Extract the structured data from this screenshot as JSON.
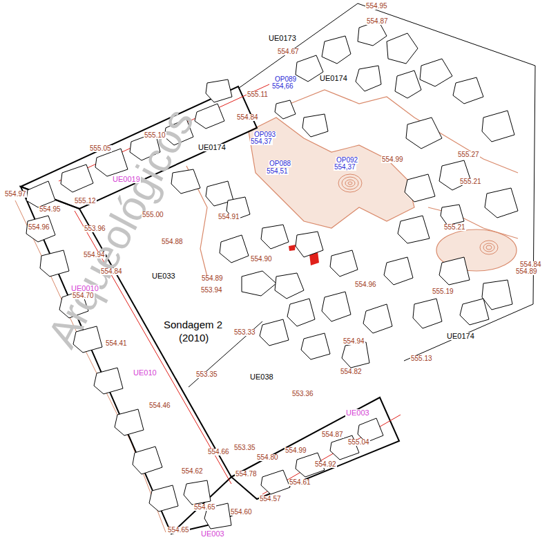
{
  "diagram": {
    "labels": [
      "Arqueológicos",
      "UE0173",
      "UE0174",
      "UE0174",
      "UE033",
      "Sondagem 2",
      "(2010)",
      "UE038",
      "UE0174",
      "OP089",
      "554,66",
      "OP093",
      "554,37",
      "OP088",
      "554,51",
      "OP092",
      "554,37",
      "UE0019",
      "UE0010",
      "UE010",
      "UE003",
      "UE003",
      "554.95",
      "554.87",
      "554.67",
      "555.11",
      "554.84",
      "555.05",
      "555.10",
      "554.99",
      "555.27",
      "555.21",
      "555.21",
      "554.97",
      "555.12",
      "555.00",
      "554.91",
      "554.95",
      "553.96",
      "554.96",
      "554.88",
      "554.90",
      "554.94",
      "554.84",
      "554.89",
      "554.96",
      "553.94",
      "554.70",
      "555.19",
      "554.84",
      "554.89",
      "553.33",
      "554.41",
      "554.94",
      "555.13",
      "554.82",
      "553.35",
      "553.36",
      "554.46",
      "554.87",
      "555.04",
      "553.35",
      "554.66",
      "554.99",
      "554.80",
      "554.92",
      "554.62",
      "554.78",
      "554.61",
      "554.57",
      "554.65",
      "554.60",
      "554.65"
    ]
  }
}
